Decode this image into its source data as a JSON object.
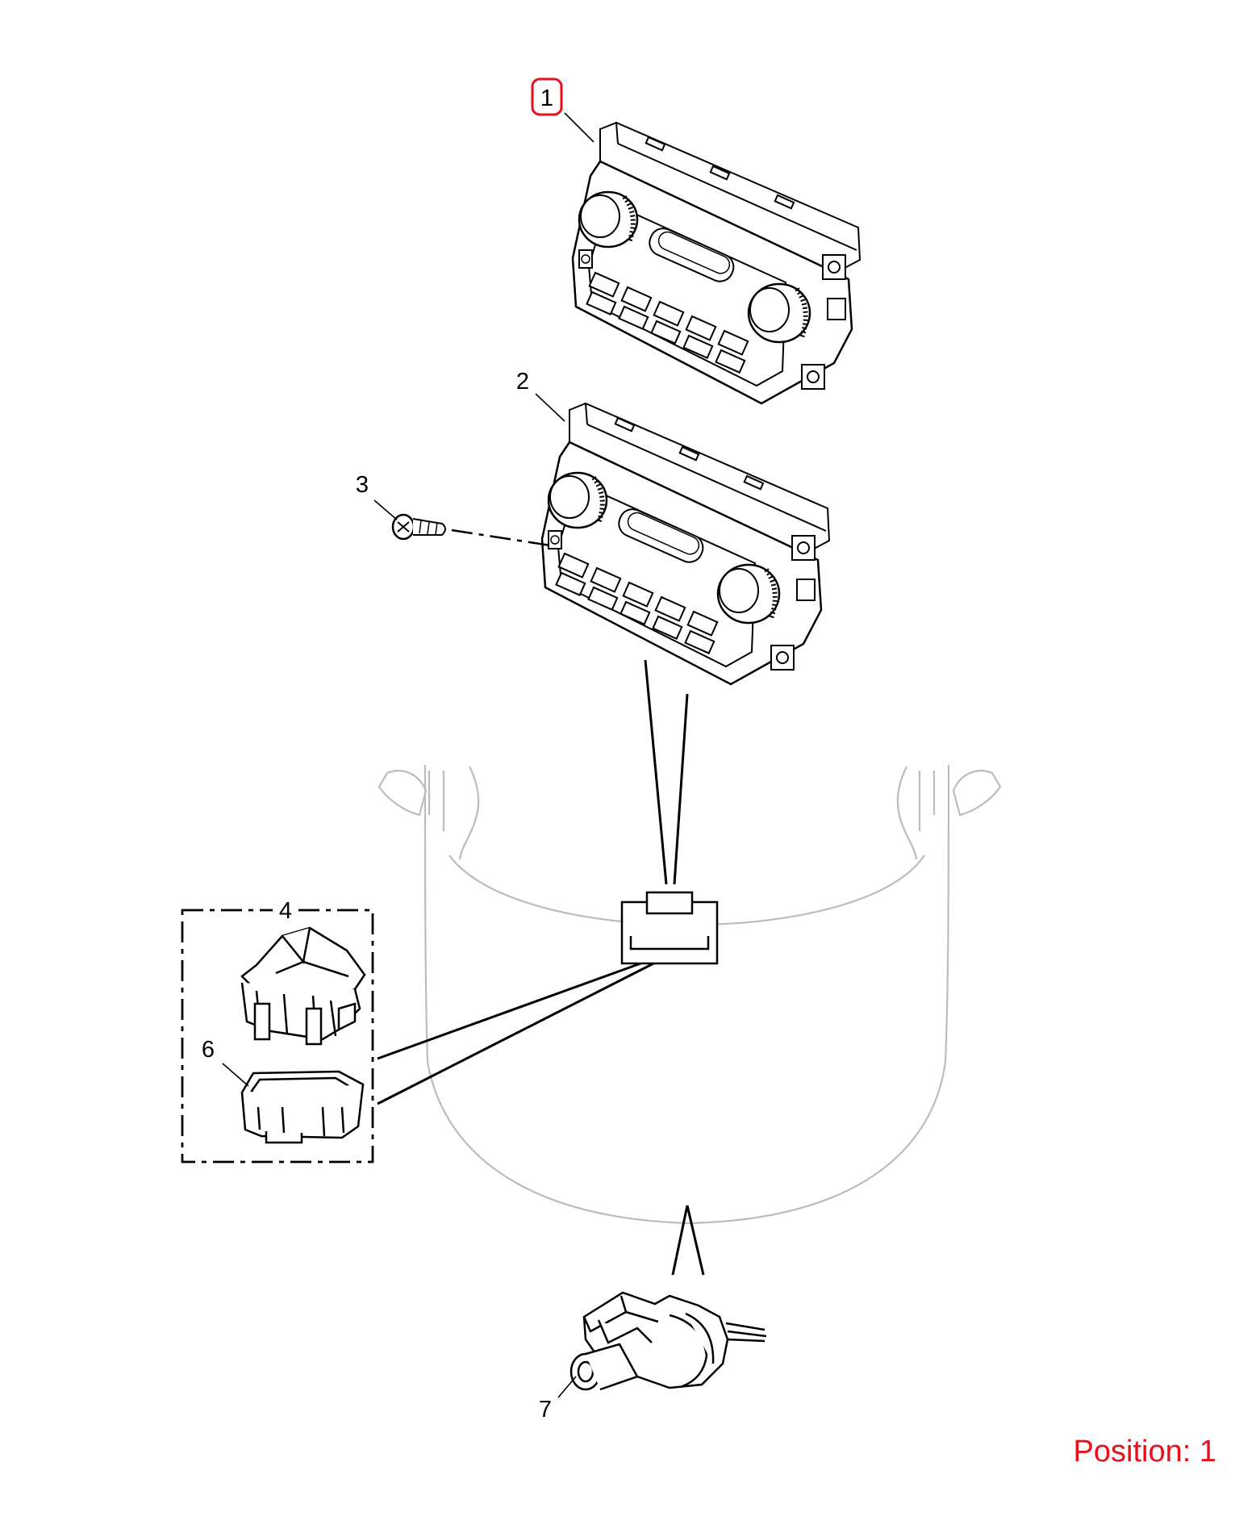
{
  "callouts": {
    "c1": "1",
    "c2": "2",
    "c3": "3",
    "c4": "4",
    "c6": "6",
    "c7": "7"
  },
  "position": "Position: 1",
  "colors": {
    "highlight": "#e8101a",
    "ghost_outline": "#bcbcbc",
    "line": "#000000"
  }
}
